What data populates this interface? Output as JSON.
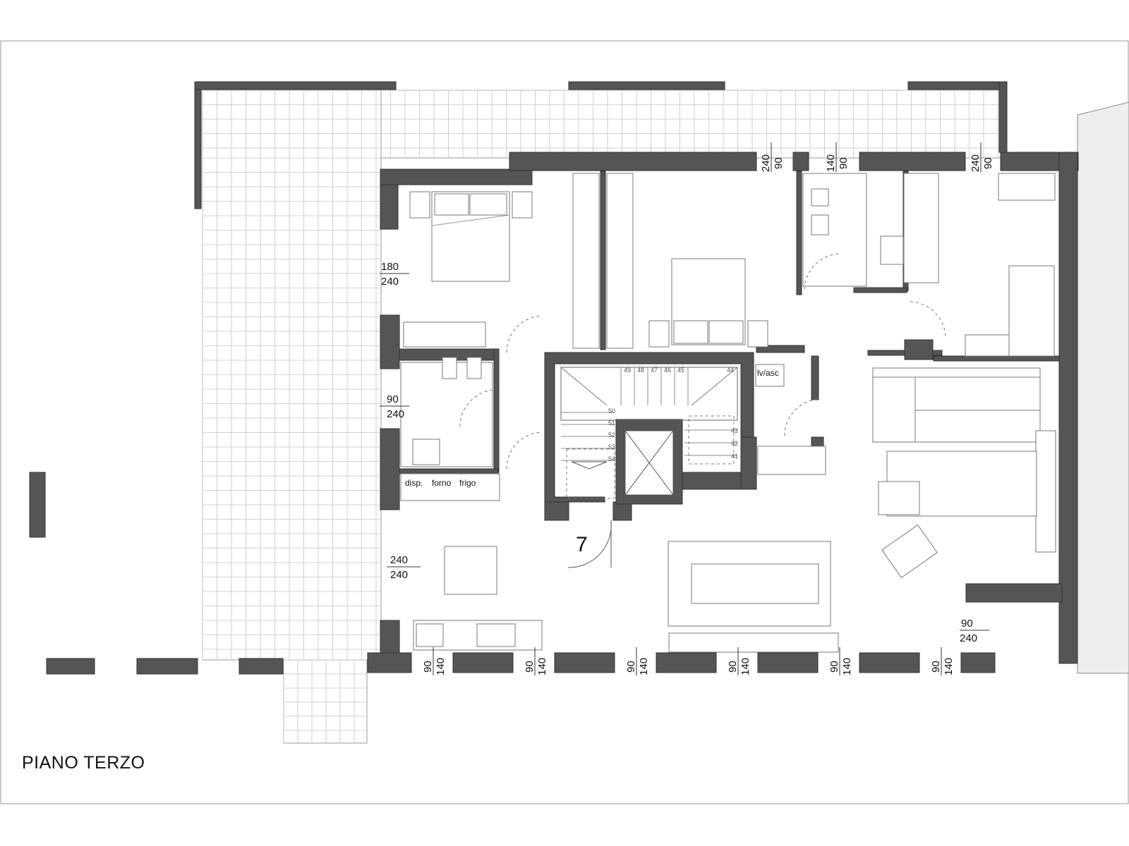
{
  "title": "PIANO TERZO",
  "unit_number": "7",
  "elevator_label": "lv/asc",
  "kitchen_labels": [
    "disp.",
    "forno",
    "frigo"
  ],
  "window_labels": {
    "left_bedroom": [
      "180",
      "240"
    ],
    "left_bath": [
      "90",
      "240"
    ],
    "left_kitchen": [
      "240",
      "240"
    ],
    "right_small": [
      "90",
      "240"
    ],
    "top": [
      [
        "90",
        "240"
      ],
      [
        "140",
        "90"
      ],
      [
        "90",
        "240"
      ]
    ],
    "bottom": [
      [
        "90",
        "140"
      ],
      [
        "90",
        "140"
      ],
      [
        "90",
        "140"
      ],
      [
        "90",
        "140"
      ],
      [
        "90",
        "140"
      ],
      [
        "90",
        "140"
      ]
    ]
  },
  "stair_steps": {
    "top_row": [
      "49",
      "48",
      "47",
      "46",
      "45",
      "44"
    ],
    "left_col": [
      "50",
      "51",
      "52",
      "53",
      "54"
    ],
    "right_col": [
      "43",
      "42",
      "41"
    ]
  }
}
